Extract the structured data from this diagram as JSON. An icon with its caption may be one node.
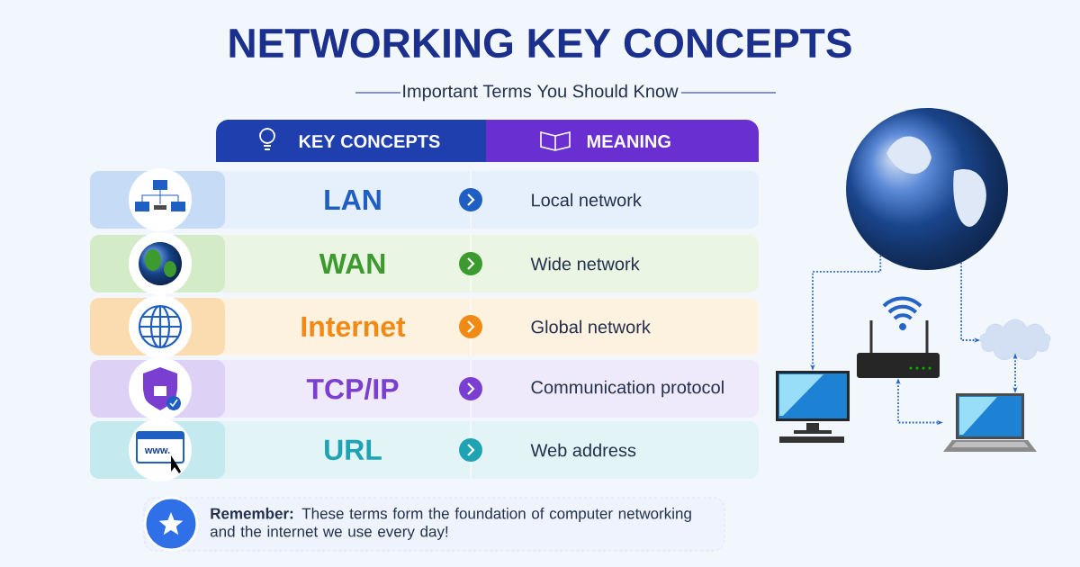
{
  "diagram": {
    "title": "NETWORKING KEY CONCEPTS",
    "nodes": [
      {
        "text": [],
        "shape": "picture"
      },
      {
        "text": [],
        "shape": "cloud"
      },
      {
        "text": [],
        "shape": "picture"
      },
      {
        "text": [],
        "shape": "picture"
      },
      {
        "text": [],
        "shape": "picture"
      },
      {
        "text": [
          "**Remember:** These terms form the foundation of computer networking and the internet we use every day!"
        ]
      }
    ],
    "edges": [
      {
        "from": 0,
        "to": 3,
        "arrow": "to"
      },
      {
        "from": 0,
        "to": 1,
        "arrow": "to"
      },
      {
        "from": 2,
        "to": 4,
        "arrow": "both"
      },
      {
        "from": 1,
        "to": 4,
        "arrow": "both"
      }
    ],
    "labels": [
      "Important Terms You Should Know",
      "KEY CONCEPTS",
      "MEANING",
      "LAN",
      "Local network",
      "WAN",
      "Wide network",
      "Internet",
      "Global network",
      "TCP/IP",
      "Communication protocol",
      "www.",
      "URL",
      "Web address"
    ]
  }
}
